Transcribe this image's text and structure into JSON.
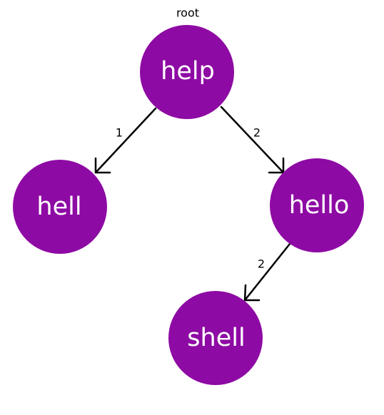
{
  "colors": {
    "node_fill": "#8e0aa4",
    "node_text": "#ffffff",
    "edge": "#000000"
  },
  "root_label": "root",
  "nodes": [
    {
      "id": "help",
      "label": "help"
    },
    {
      "id": "hell",
      "label": "hell"
    },
    {
      "id": "hello",
      "label": "hello"
    },
    {
      "id": "shell",
      "label": "shell"
    }
  ],
  "edges": [
    {
      "from": "help",
      "to": "hell",
      "label": "1"
    },
    {
      "from": "help",
      "to": "hello",
      "label": "2"
    },
    {
      "from": "hello",
      "to": "shell",
      "label": "2"
    }
  ]
}
